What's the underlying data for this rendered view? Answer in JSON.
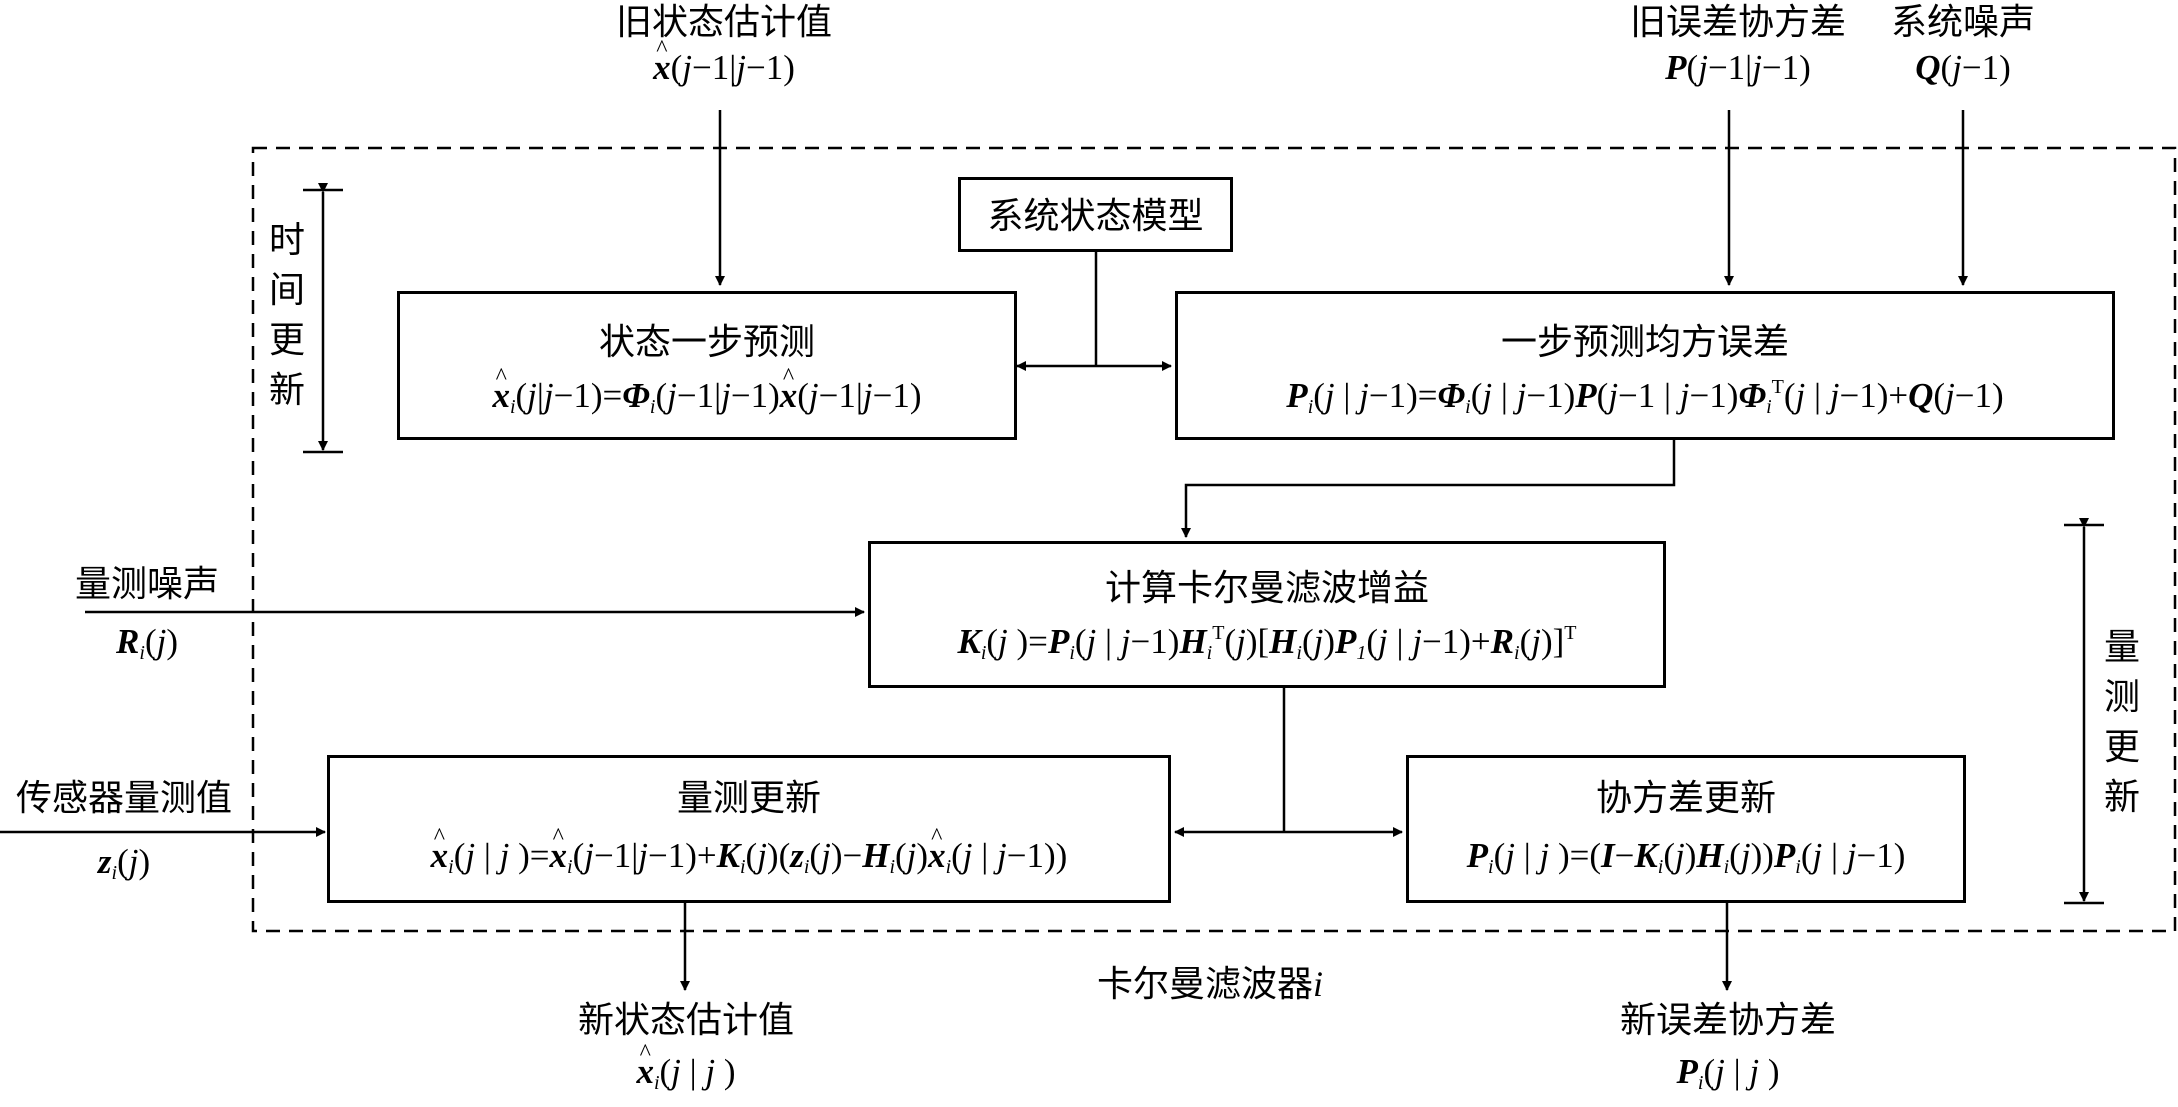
{
  "inputs": {
    "old_state": "旧状态估计值",
    "old_cov": "旧误差协方差",
    "sys_noise": "系统噪声",
    "meas_noise": "量测噪声",
    "sensor": "传感器量测值"
  },
  "outputs": {
    "new_state": "新状态估计值",
    "new_cov": "新误差协方差"
  },
  "boxes": {
    "model": "系统状态模型",
    "state_pred": "状态一步预测",
    "cov_pred": "一步预测均方误差",
    "gain": "计算卡尔曼滤波增益",
    "meas_update": "量测更新",
    "cov_update": "协方差更新"
  },
  "side": {
    "time_update": [
      "时",
      "间",
      "更",
      "新"
    ],
    "meas_update": [
      "量",
      "测",
      "更",
      "新"
    ]
  },
  "filter_label": "卡尔曼滤波器",
  "filter_index": "i"
}
